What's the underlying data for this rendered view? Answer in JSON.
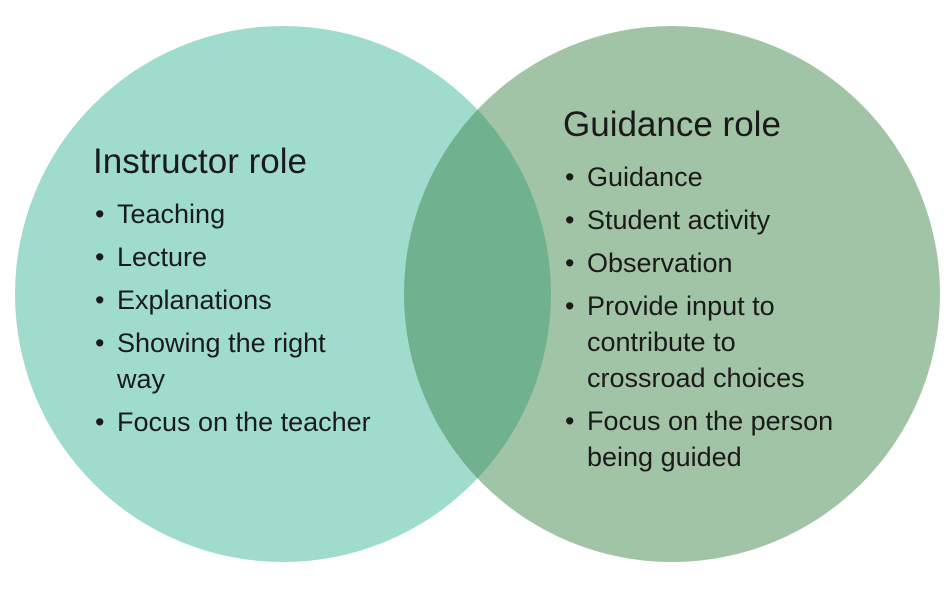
{
  "colors": {
    "left_circle": "#a0dccd",
    "right_circle": "#a1c3a6",
    "overlap": "#70b28f",
    "text": "#1a1a1a"
  },
  "left": {
    "title": "Instructor role",
    "items": [
      "Teaching",
      "Lecture",
      "Explanations",
      "Showing the right way",
      "Focus on the teacher"
    ]
  },
  "right": {
    "title": "Guidance role",
    "items": [
      "Guidance",
      "Student activity",
      "Observation",
      "Provide input to contribute to crossroad choices",
      "Focus on the person being guided"
    ]
  }
}
